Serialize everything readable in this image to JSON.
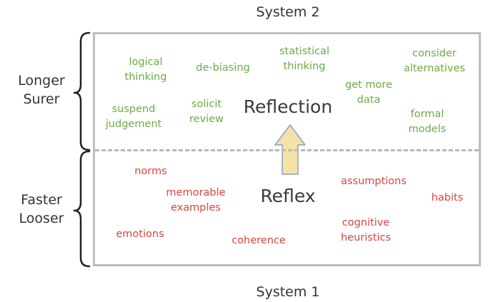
{
  "system2": "System 2",
  "system1": "System 1",
  "side_top": [
    "Longer",
    "Surer"
  ],
  "side_bottom": [
    "Faster",
    "Looser"
  ],
  "reflection": "Reflection",
  "reflex": "Reflex",
  "green_terms": [
    [
      "logical",
      "thinking"
    ],
    [
      "de-biasing"
    ],
    [
      "statistical",
      "thinking"
    ],
    [
      "consider",
      "alternatives"
    ],
    [
      "get more",
      "data"
    ],
    [
      "suspend",
      "judgement"
    ],
    [
      "solicit",
      "review"
    ],
    [
      "formal",
      "models"
    ]
  ],
  "red_terms": [
    [
      "norms"
    ],
    [
      "memorable",
      "examples"
    ],
    [
      "assumptions"
    ],
    [
      "habits"
    ],
    [
      "emotions"
    ],
    [
      "coherence"
    ],
    [
      "cognitive",
      "heuristics"
    ]
  ],
  "colors": {
    "green": "#6aab45",
    "red": "#d9443e",
    "arrow_fill": "#f6e2a6",
    "arrow_stroke": "#8aa1c9",
    "box_border": "#bdbdbd"
  }
}
